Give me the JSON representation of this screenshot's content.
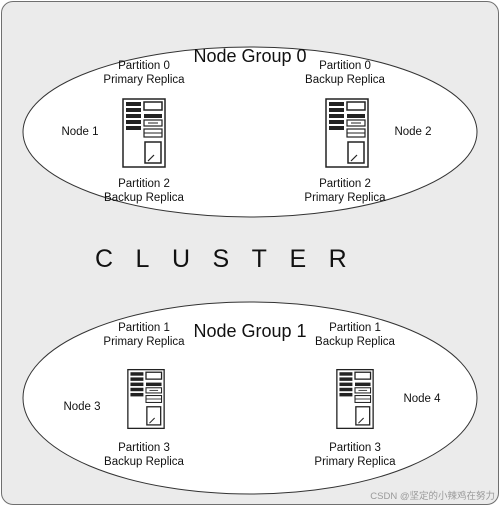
{
  "cluster_label": "CLUSTER",
  "watermark": "CSDN @坚定的小辣鸡在努力",
  "groups": [
    {
      "title": "Node Group 0",
      "nodes": [
        {
          "name": "Node 1",
          "top": [
            "Partition 0",
            "Primary Replica"
          ],
          "bottom": [
            "Partition 2",
            "Backup Replica"
          ]
        },
        {
          "name": "Node 2",
          "top": [
            "Partition 0",
            "Backup Replica"
          ],
          "bottom": [
            "Partition 2",
            "Primary Replica"
          ]
        }
      ]
    },
    {
      "title": "Node Group 1",
      "nodes": [
        {
          "name": "Node 3",
          "top": [
            "Partition 1",
            "Primary Replica"
          ],
          "bottom": [
            "Partition 3",
            "Backup Replica"
          ]
        },
        {
          "name": "Node 4",
          "top": [
            "Partition 1",
            "Backup Replica"
          ],
          "bottom": [
            "Partition 3",
            "Primary Replica"
          ]
        }
      ]
    }
  ],
  "icons": [
    "server-icon"
  ],
  "colors": {
    "background": "#ebebeb",
    "ellipse_fill": "#ffffff",
    "stroke": "#333333"
  }
}
